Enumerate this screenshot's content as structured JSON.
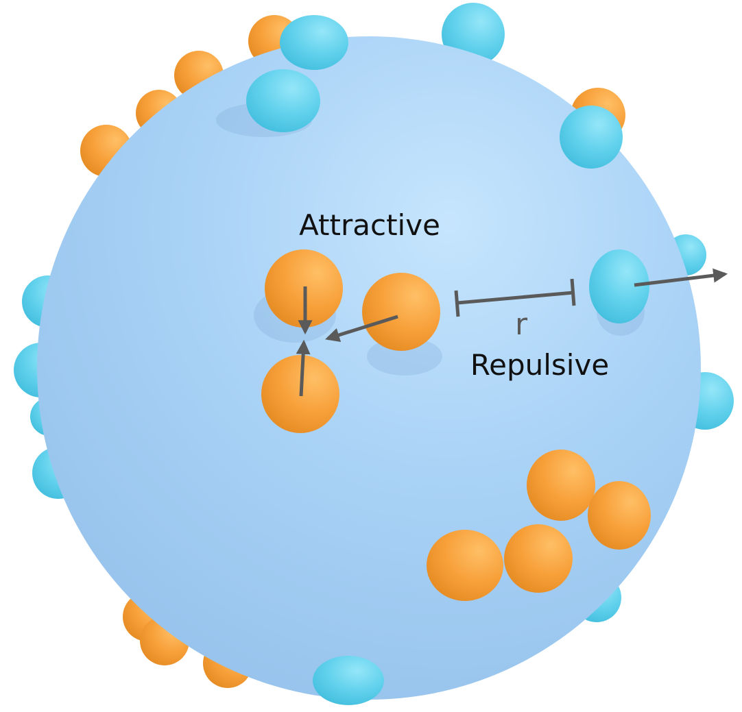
{
  "labels": {
    "attractive": "Attractive",
    "repulsive": "Repulsive",
    "distance": "r"
  },
  "colors": {
    "sphere": "#a6cff4",
    "sphere_light": "#c9e4fb",
    "sphere_dark": "#8dbbe8",
    "cyan_particle": "#62d3ee",
    "orange_particle": "#f7a235",
    "arrow": "#5a5a5a"
  },
  "icons": {
    "cyan": "repulsive-particle-icon",
    "orange": "attractive-particle-icon"
  }
}
